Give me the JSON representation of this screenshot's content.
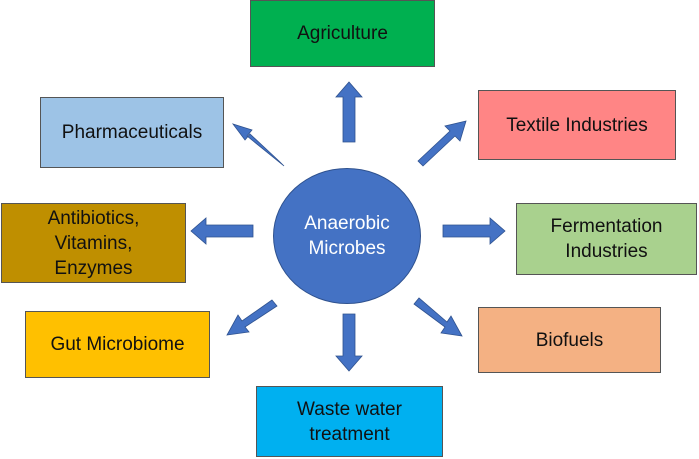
{
  "center": {
    "label": "Anaerobic\nMicrobes",
    "fill": "#4472c4"
  },
  "nodes": {
    "agriculture": {
      "label": "Agriculture",
      "fill": "#00b050"
    },
    "pharmaceuticals": {
      "label": "Pharmaceuticals",
      "fill": "#9dc3e6"
    },
    "textile": {
      "label": "Textile Industries",
      "fill": "#ff8585"
    },
    "antibiotics": {
      "label": "Antibiotics,\nVitamins,\nEnzymes",
      "fill": "#bf8f00"
    },
    "fermentation": {
      "label": "Fermentation\nIndustries",
      "fill": "#a9d18e"
    },
    "gut": {
      "label": "Gut Microbiome",
      "fill": "#ffc000"
    },
    "biofuels": {
      "label": "Biofuels",
      "fill": "#f4b183"
    },
    "wastewater": {
      "label": "Waste water\ntreatment",
      "fill": "#00b0f0"
    }
  },
  "arrow_color": "#4472c4"
}
